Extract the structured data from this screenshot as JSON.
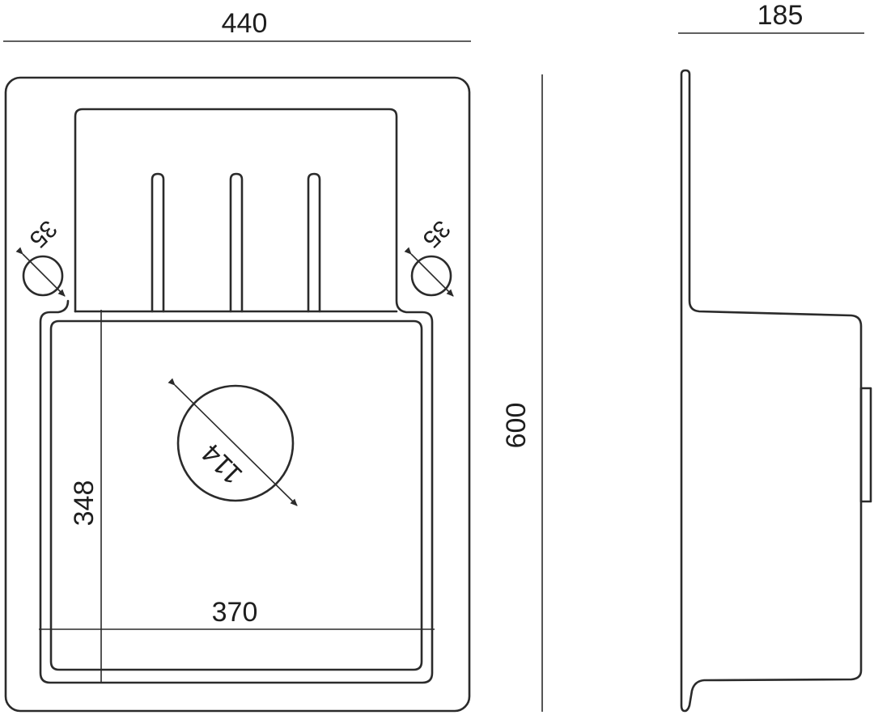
{
  "dimensions": {
    "overall_width": "440",
    "overall_height": "600",
    "depth": "185",
    "bowl_width": "370",
    "bowl_height": "348",
    "drain_diameter": "114",
    "tap_hole_diameter": "35"
  },
  "colors": {
    "line": "#2b2b2b",
    "text": "#1e1e1e",
    "background": "#ffffff"
  }
}
